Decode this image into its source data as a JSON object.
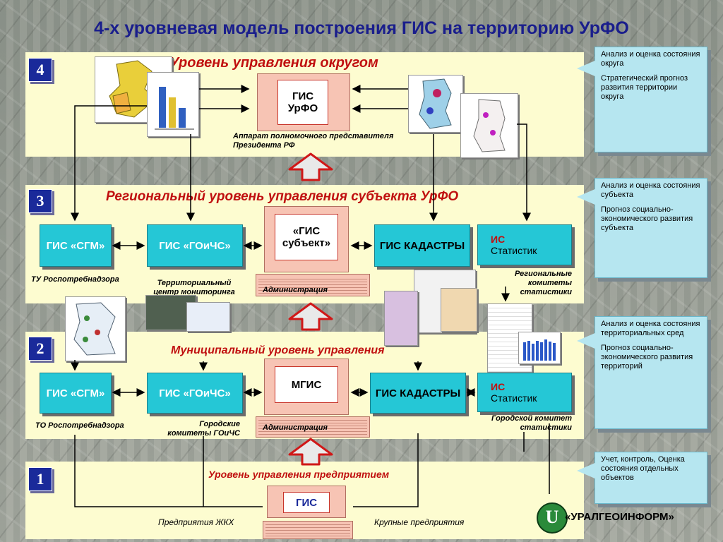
{
  "title": "4-х уровневая модель построения ГИС на территорию УрФО",
  "levels": {
    "l4": {
      "num": "4",
      "title": "Уровень управления округом",
      "center": "ГИС УрФО",
      "center_caption": "Аппарат полномочного представителя Президента РФ"
    },
    "l3": {
      "num": "3",
      "title": "Региональный уровень управления  субъекта УрФО",
      "center": "«ГИС субъект»",
      "center_caption": "Администрация",
      "boxes": {
        "sgm": "ГИС «СГМ»",
        "goichs": "ГИС «ГОиЧС»",
        "kadastry": "ГИС КАДАСТРЫ",
        "is_label": "ИС",
        "is_text": "Статистик"
      },
      "captions": {
        "sgm": "ТУ Роспотребнадзора",
        "goichs": "Территориальный центр мониторинга",
        "stat": "Региональные комитеты статистики"
      }
    },
    "l2": {
      "num": "2",
      "title": "Муниципальный уровень управления",
      "center": "МГИС",
      "center_caption": "Администрация",
      "boxes": {
        "sgm": "ГИС «СГМ»",
        "goichs": "ГИС «ГОиЧС»",
        "kadastry": "ГИС КАДАСТРЫ",
        "is_label": "ИС",
        "is_text": "Статистик"
      },
      "captions": {
        "sgm": "ТО Роспотребнадзора",
        "goichs": "Городские комитеты ГОиЧС",
        "stat": "Городской комитет статистики"
      }
    },
    "l1": {
      "num": "1",
      "title": "Уровень управления предприятием",
      "center": "ГИС",
      "left_caption": "Предприятия ЖКХ",
      "right_caption": "Крупные предприятия"
    }
  },
  "callouts": {
    "c4": [
      "Анализ и оценка состояния округа",
      "Стратегический прогноз развития территории округа"
    ],
    "c3": [
      "Анализ и оценка состояния субъекта",
      "Прогноз социально-экономического развития субъекта"
    ],
    "c2": [
      "Анализ и оценка состояния территориальных сред",
      "Прогноз социально-экономического развития территорий"
    ],
    "c1": [
      "Учет, контроль, Оценка состояния отдельных объектов"
    ]
  },
  "logo": {
    "letter": "U",
    "text": "«УРАЛГЕОИНФОРМ»"
  },
  "colors": {
    "band": "#fdfcd0",
    "box": "#25c7d6",
    "title": "#1a1e8c",
    "level_title": "#c01010",
    "callout": "#b6e6f0",
    "number_box": "#1a2a9a"
  }
}
